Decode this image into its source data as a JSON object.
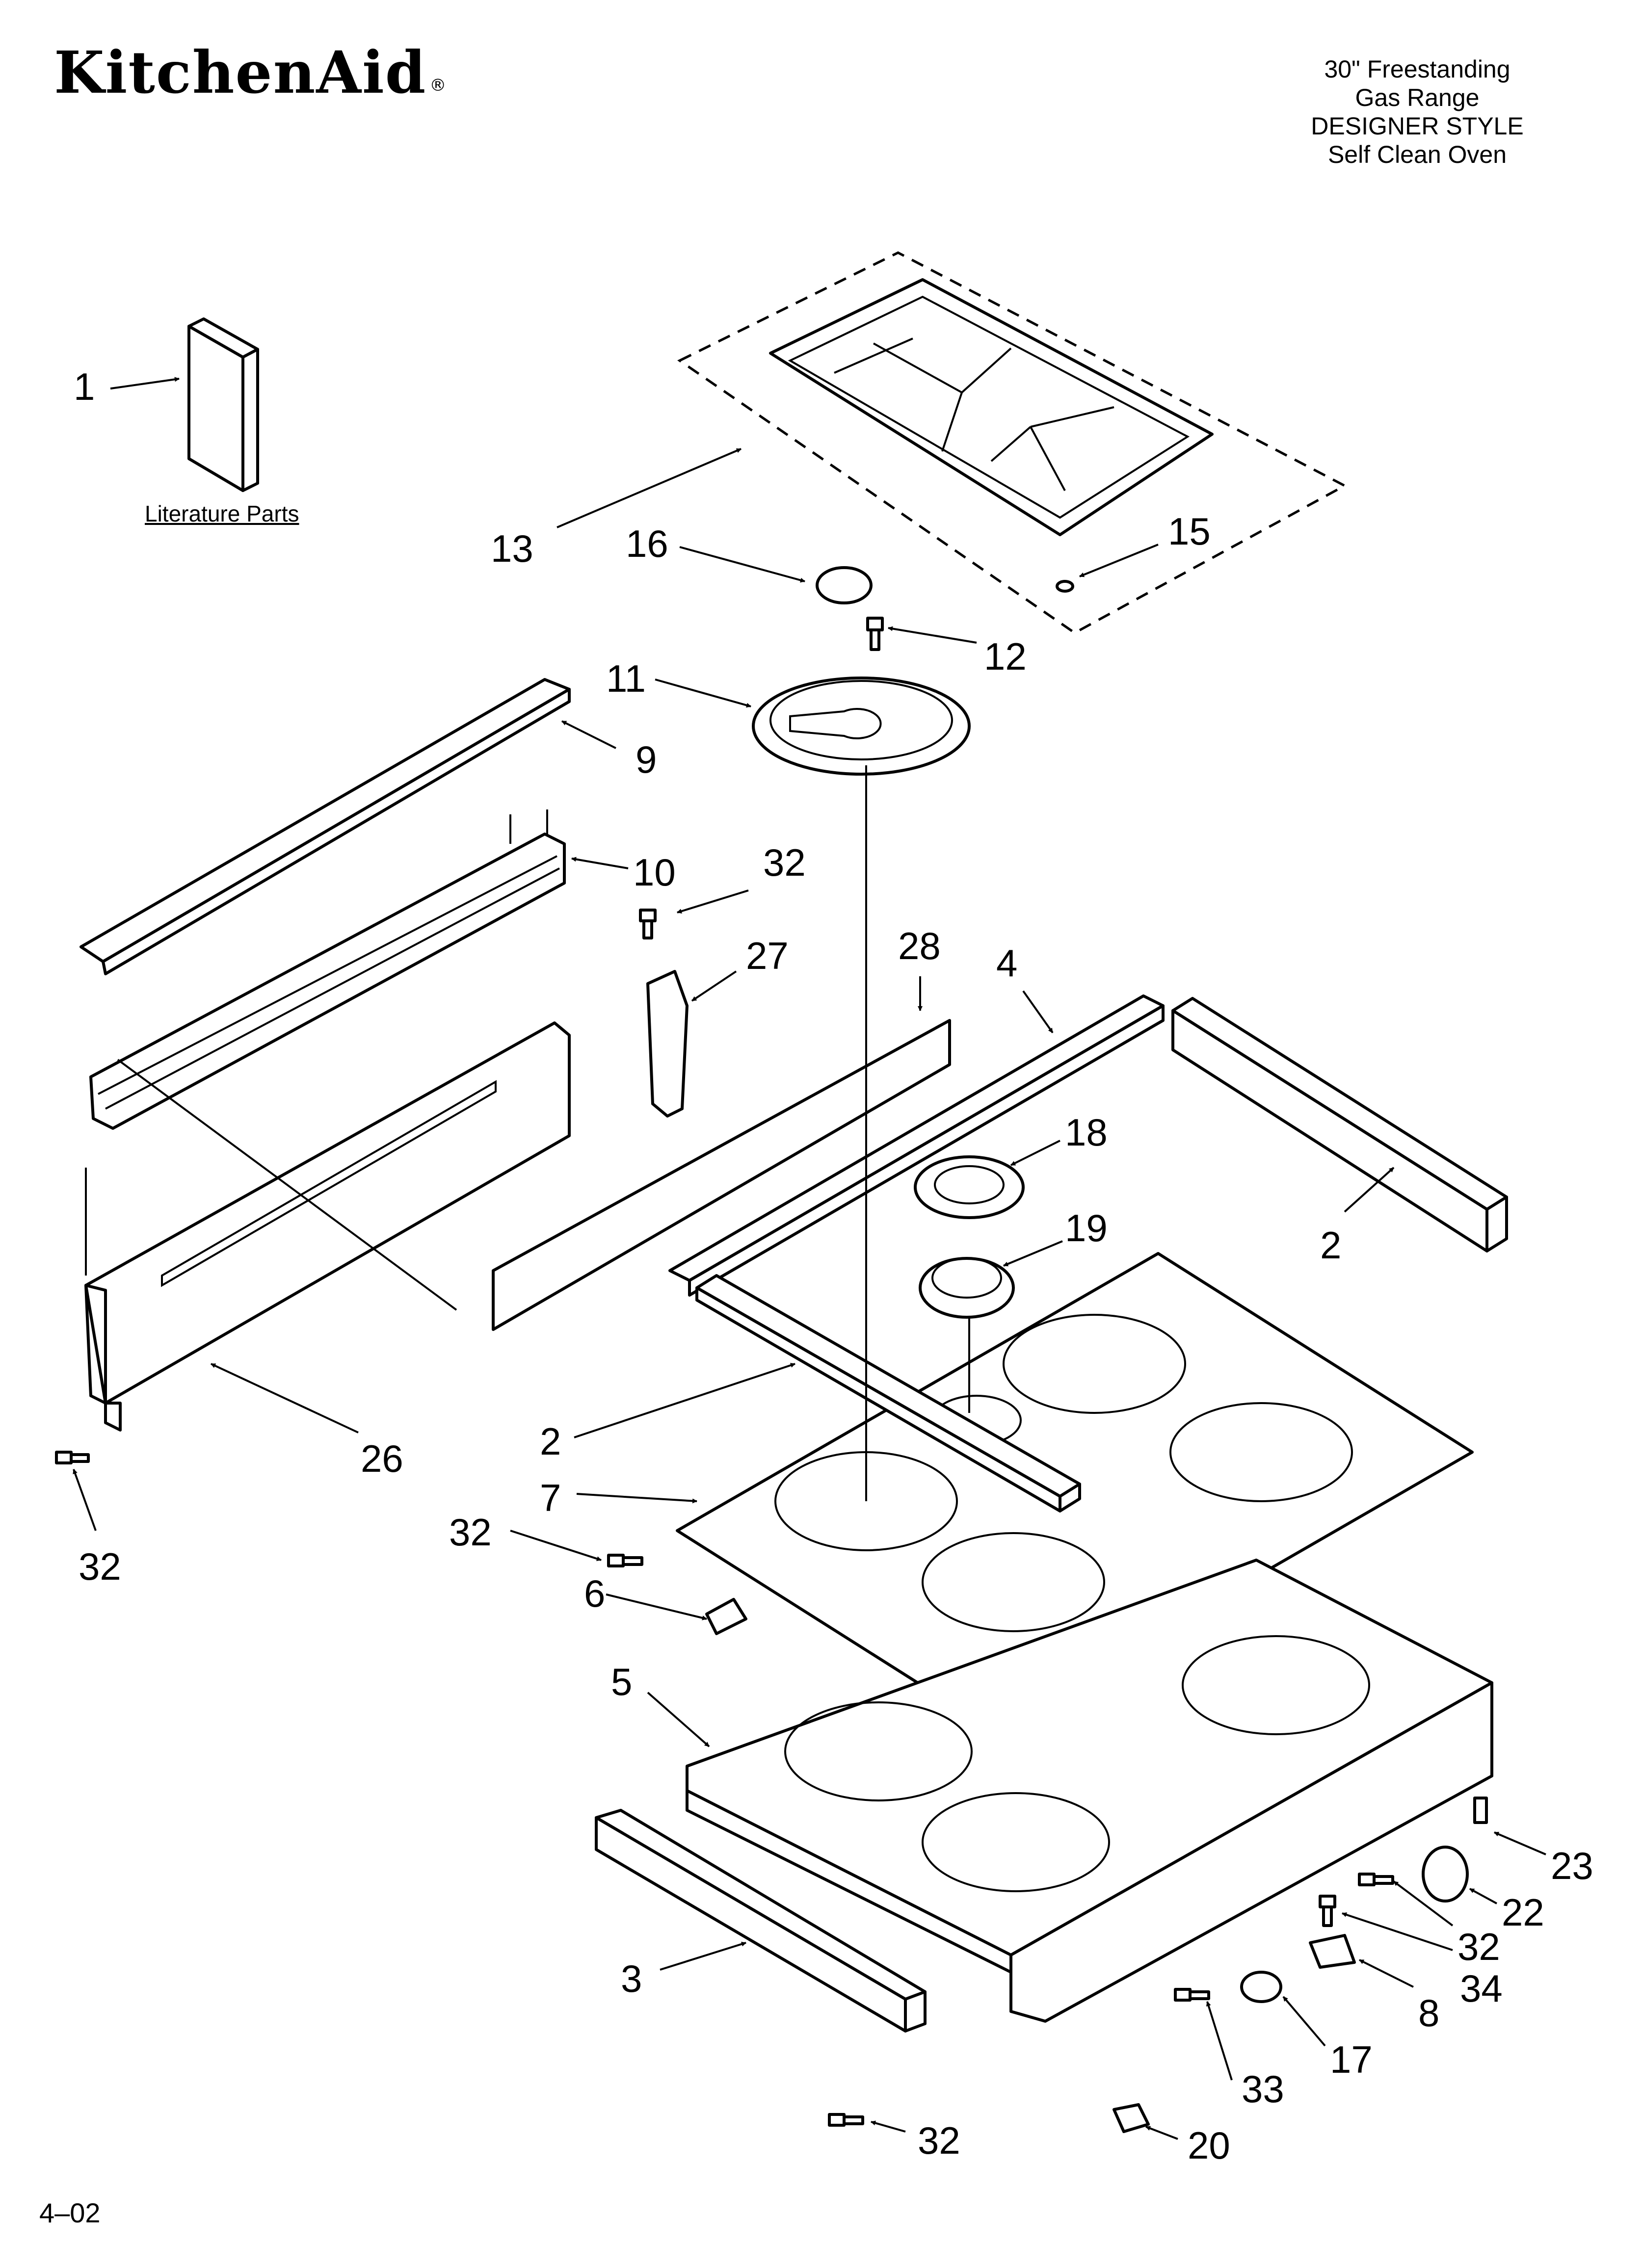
{
  "brand": {
    "name": "KitchenAid",
    "registered_mark": "®"
  },
  "title_block": {
    "line1": "30\" Freestanding",
    "line2": "Gas Range",
    "line3": "DESIGNER STYLE",
    "line4": "Self Clean Oven"
  },
  "literature_label": "Literature Parts",
  "footer_code": "4–02",
  "callouts": {
    "c1": "1",
    "c13": "13",
    "c16": "16",
    "c15": "15",
    "c12": "12",
    "c11": "11",
    "c9": "9",
    "c10": "10",
    "c32a": "32",
    "c27": "27",
    "c28": "28",
    "c4": "4",
    "c18": "18",
    "c19": "19",
    "c2a": "2",
    "c2b": "2",
    "c26": "26",
    "c32b": "32",
    "c7": "7",
    "c32c": "32",
    "c6": "6",
    "c5": "5",
    "c3": "3",
    "c32d": "32",
    "c23": "23",
    "c22": "22",
    "c32e": "32",
    "c34": "34",
    "c8": "8",
    "c17": "17",
    "c33": "33",
    "c20": "20"
  }
}
